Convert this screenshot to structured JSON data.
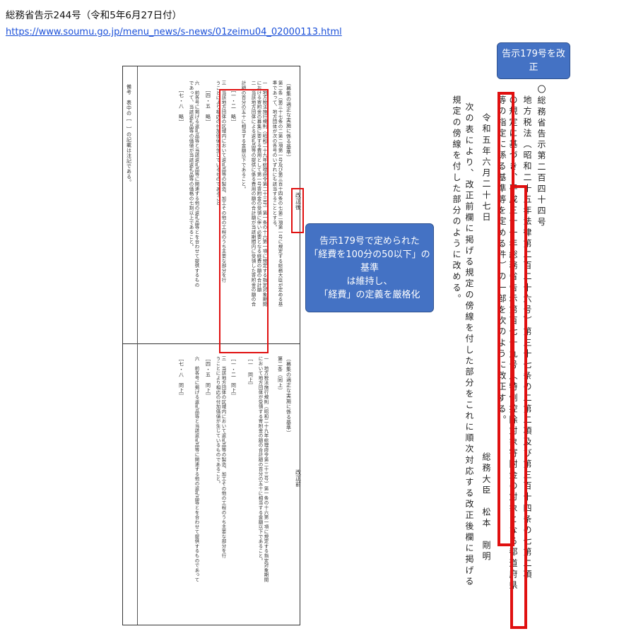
{
  "header": {
    "title": "総務省告示244号（令和5年6月27日付）",
    "url": "https://www.soumu.go.jp/menu_news/s-news/01zeimu04_02000113.html"
  },
  "callouts": {
    "top_right": "告示179号を改正",
    "middle": [
      "告示179号で定められた",
      "「経費を100分の50以下」の基準",
      "は維持し、",
      "「経費」の定義を厳格化"
    ]
  },
  "announcement": {
    "number": "〇総務省告示第二百四十四号",
    "body1": "地方税法（昭和二十五年法律第二百二十六号）第三十七条の二第二項及び第三百十四条の七第二項",
    "body2_pre": "の規定に基づき、",
    "body2_box": "平成三十一年総務省告示第百七十九号（特例控除対象寄附金の対象となる都道府県",
    "body3_box": "等の指定に係る基準等を定める件）",
    "body3_post": "の一部を次のように改正する。",
    "date": "令和五年六月二十七日",
    "minister": "総務大臣　松本　剛明",
    "para1": "次の表により、改正前欄に掲げる規定の傍線を付した部分をこれに順次対応する改正後欄に掲げる",
    "para2": "規定の傍線を付した部分のように改める。"
  },
  "table": {
    "header_after": "改正後",
    "header_before": "改正前",
    "note_col": "備考　表中の［　］の記載は注記である。",
    "after_cols": [
      "（募集の適正な実施に係る基準）",
      "第二条（第三十七条の二第二項第一号及び第三百十四条の七第二項第一号に規定する総務大臣が定める基",
      "準であって、地方団体が次の各号のいずれにも該当することとする。",
      "一　地方税法施行規則（昭和二十九年総理府令第二十三号）第一条の十六第一項に規定する指定対象期間",
      "における寄附金の募集に要する費用として第一号寄附金の受領に伴い必要となる経費の額の合計額",
      "二　当該地方団体による返礼品等の提供に係る費用の額の合計額が当該期間内に受領した寄附金の額の合",
      "計額の百分の五十に相当する金額以下であること。",
      "［一・二　略］",
      "三　当該地方団体の区域内において返礼品等の製造、加工その他の工程のうち主要な部分を行",
      "うことにより相応の付加価値が生じているものであること。",
      "［四・五　略］",
      "六　前各号に掲げる返礼品等と当該返礼品等に関連する他の返礼品等とを合わせて提供するもの",
      "であって、当該返礼品等の価値が当該返礼品等の価格の七割以上であること。",
      "［七・八　略］"
    ],
    "before_cols": [
      "（募集の適正な実施に係る基準）",
      "第二条（同上）",
      "一　地方税法施行規則（昭和二十九年総理府令第二十三号）第一条の十六第一項に規定する指定対象期間",
      "において地方団体が受領する寄附金の額の合計額の百分の五十に相当する金額以下であること。",
      "［一　同上］",
      "［一・二　同上］",
      "三　当該地方団体の区域内において返礼品等の製造、加工その他の工程のうち主要な部分を行",
      "うことにより相応の付加価値が生じているものであること。",
      "［四・五　同上］",
      "六　前各号に掲げる返礼品等と当該返礼品等に関連する他の返礼品等とを合わせて提供するものであって",
      "［七・八　同上］"
    ]
  }
}
